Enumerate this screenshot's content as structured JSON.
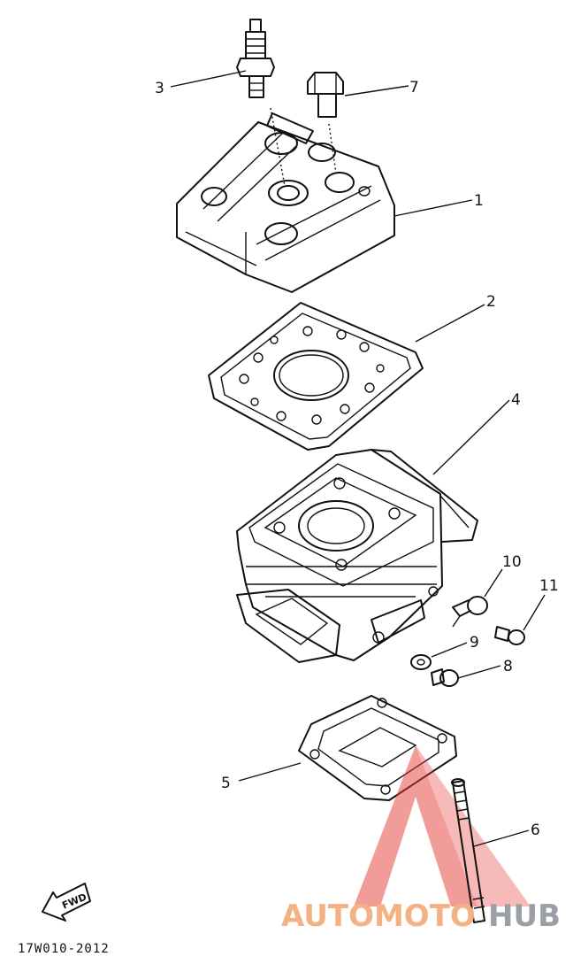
{
  "diagram": {
    "callouts": [
      "1",
      "2",
      "3",
      "4",
      "5",
      "6",
      "7",
      "8",
      "9",
      "10",
      "11"
    ],
    "fwd_label": "FWD",
    "part_code": "17W010-2012"
  },
  "watermark": {
    "part1": "AUTOMOTO",
    "part2": "HUB",
    "colors": {
      "part1": "#f4b183",
      "part2": "#9aa0a6",
      "triangle": "#e53935"
    }
  }
}
